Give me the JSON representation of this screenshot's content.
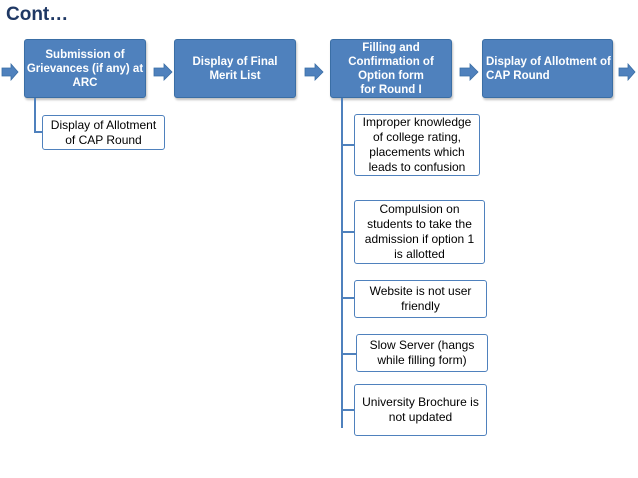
{
  "title": "Cont…",
  "flow": [
    {
      "id": "step1",
      "label": "Submission of\nGrievances (if any) at\nARC"
    },
    {
      "id": "step2",
      "label": "Display of Final\nMerit List"
    },
    {
      "id": "step3",
      "label": "Filling and\nConfirmation of\nOption form\nfor Round I"
    },
    {
      "id": "step4",
      "label": "Display of Allotment of\nCAP Round"
    }
  ],
  "sub_step1": "Display of Allotment\nof CAP Round",
  "issues": [
    "Improper knowledge\nof college rating,\nplacements which\nleads to confusion",
    "Compulsion on\nstudents to take the\nadmission if option 1\nis allotted",
    "Website is not user\nfriendly",
    "Slow Server (hangs\nwhile filling form)",
    "University Brochure is\nnot updated"
  ],
  "colors": {
    "box_fill": "#4f81bd",
    "border": "#4f81bd",
    "title": "#1f3864"
  }
}
